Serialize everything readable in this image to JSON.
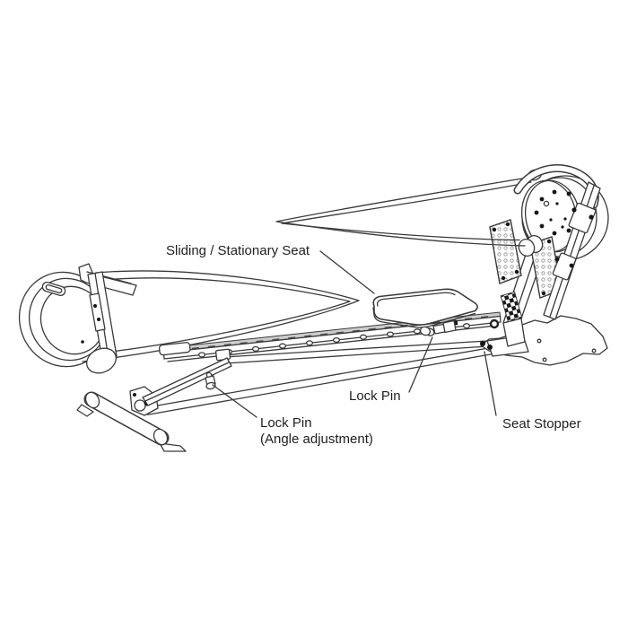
{
  "diagram": {
    "labels": {
      "sliding_stationary_seat": "Sliding / Stationary Seat",
      "lock_pin_seat": "Lock Pin",
      "lock_pin_angle_line1": "Lock Pin",
      "lock_pin_angle_line2": "(Angle adjustment)",
      "seat_stopper": "Seat Stopper"
    },
    "colors": {
      "background": "#ffffff",
      "line": "#3a3a3a",
      "text": "#1f1f1f",
      "rail_top_fill": "#cbcbcb",
      "hole_dot_fill": "#161616"
    }
  }
}
